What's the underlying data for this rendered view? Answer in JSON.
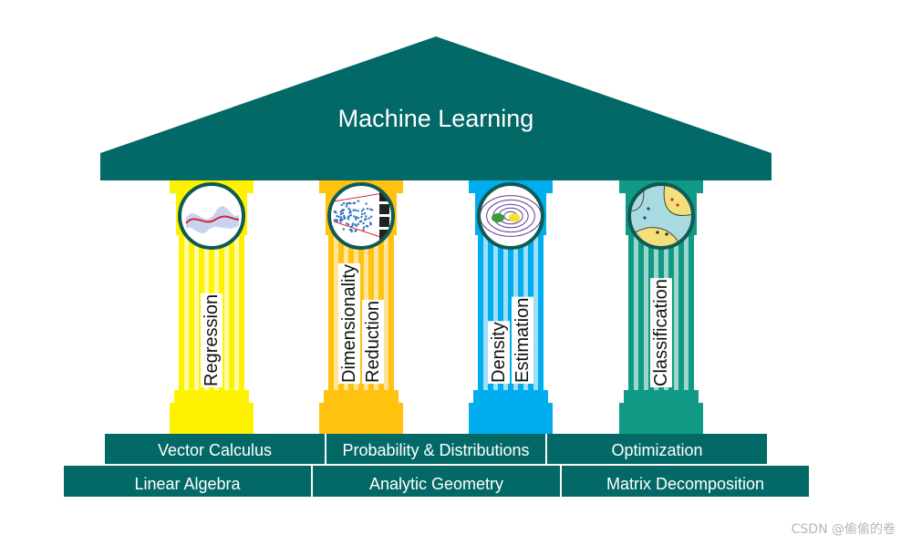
{
  "roof": {
    "title": "Machine Learning",
    "color": "#036966"
  },
  "pillars": [
    {
      "lines": [
        "Regression"
      ],
      "color": "#FFF200",
      "light": "#FFFBA6",
      "icon": "regression-plot-icon"
    },
    {
      "lines": [
        "Dimensionality",
        "Reduction"
      ],
      "color": "#FFC20E",
      "light": "#FFE49A",
      "icon": "dimensionality-reduction-scatter-icon"
    },
    {
      "lines": [
        "Density",
        "Estimation"
      ],
      "color": "#00AEEF",
      "light": "#9FDEF8",
      "icon": "density-contour-icon"
    },
    {
      "lines": [
        "Classification"
      ],
      "color": "#109A85",
      "light": "#9CD6CB",
      "icon": "classification-regions-icon"
    }
  ],
  "foundation": {
    "row1": [
      "Vector Calculus",
      "Probability & Distributions",
      "Optimization"
    ],
    "row2": [
      "Linear Algebra",
      "Analytic Geometry",
      "Matrix Decomposition"
    ],
    "color": "#036966"
  },
  "watermark": "CSDN @偷偷的卷"
}
